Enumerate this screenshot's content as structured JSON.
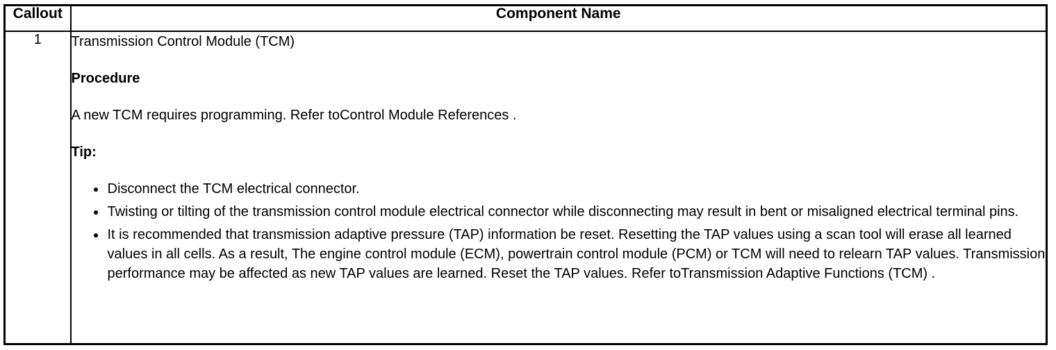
{
  "colors": {
    "border": "#000000",
    "text": "#000000",
    "background": "#ffffff"
  },
  "table": {
    "header": {
      "callout": "Callout",
      "component_name": "Component Name"
    },
    "row": {
      "callout": "1",
      "title": "Transmission Control Module (TCM)",
      "procedure_heading": "Procedure",
      "procedure_text": "A new TCM requires programming. Refer toControl Module References .",
      "tip_heading": "Tip:",
      "tips": [
        "Disconnect the TCM electrical connector.",
        "Twisting or tilting of the transmission control module electrical connector while disconnecting may result in bent or misaligned electrical terminal pins.",
        "It is recommended that transmission adaptive pressure (TAP) information be reset. Resetting the TAP values using a scan tool will erase all learned values in all cells. As a result, The engine control module (ECM), powertrain control module (PCM) or TCM will need to relearn TAP values. Transmission performance may be affected as new TAP values are learned. Reset the TAP values. Refer toTransmission Adaptive Functions (TCM) ."
      ]
    }
  }
}
